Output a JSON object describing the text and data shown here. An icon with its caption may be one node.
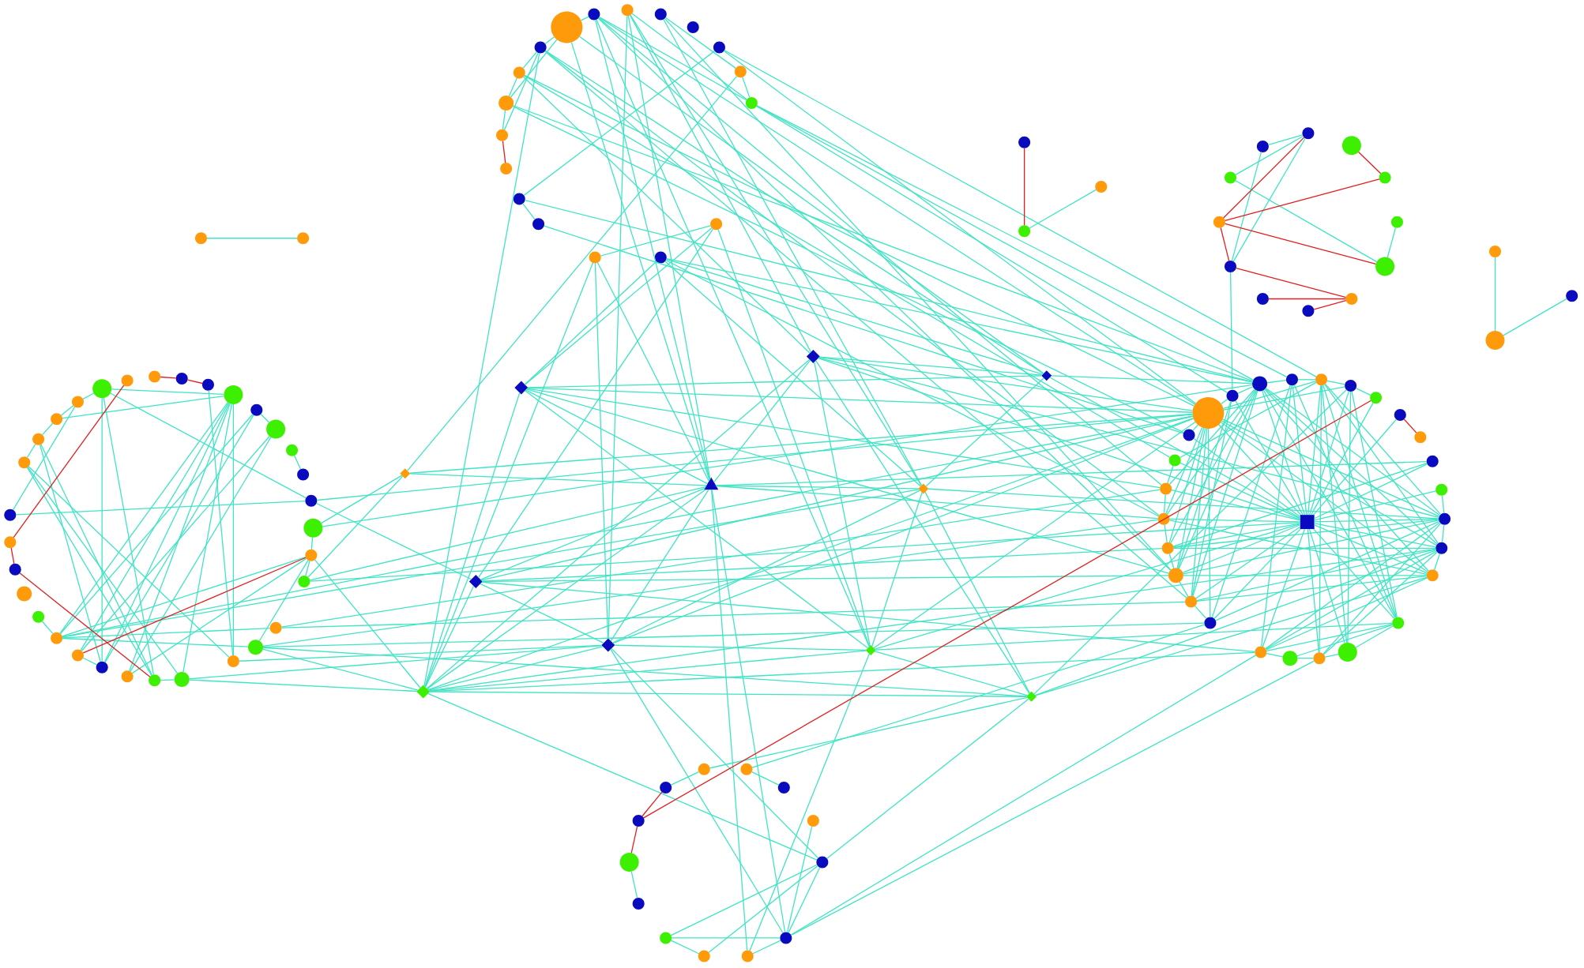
{
  "diagram": {
    "nodes": [
      {
        "text": [],
        "shape": "circle"
      },
      {
        "text": [],
        "shape": "circle"
      },
      {
        "text": [],
        "shape": "circle"
      },
      {
        "text": [],
        "shape": "circle"
      },
      {
        "text": [],
        "shape": "circle"
      },
      {
        "text": [],
        "shape": "circle"
      },
      {
        "text": [],
        "shape": "circle"
      },
      {
        "text": [],
        "shape": "circle"
      },
      {
        "text": [],
        "shape": "circle"
      },
      {
        "text": [],
        "shape": "circle"
      },
      {
        "text": [],
        "shape": "circle"
      },
      {
        "text": [],
        "shape": "circle"
      },
      {
        "text": [],
        "shape": "circle"
      },
      {
        "text": [],
        "shape": "circle"
      },
      {
        "text": [],
        "shape": "circle"
      },
      {
        "text": [],
        "shape": "circle"
      },
      {
        "text": [],
        "shape": "circle"
      },
      {
        "text": [],
        "shape": "circle"
      },
      {
        "text": [],
        "shape": "circle"
      },
      {
        "text": [],
        "shape": "circle"
      },
      {
        "text": [],
        "shape": "circle"
      },
      {
        "text": [],
        "shape": "circle"
      },
      {
        "text": [],
        "shape": "circle"
      },
      {
        "text": [],
        "shape": "circle"
      },
      {
        "text": [],
        "shape": "circle"
      },
      {
        "text": [],
        "shape": "circle"
      },
      {
        "text": [],
        "shape": "circle"
      },
      {
        "text": [],
        "shape": "circle"
      },
      {
        "text": [],
        "shape": "circle"
      },
      {
        "text": [],
        "shape": "circle"
      },
      {
        "text": [],
        "shape": "circle"
      },
      {
        "text": [],
        "shape": "circle"
      },
      {
        "text": [],
        "shape": "circle"
      },
      {
        "text": [],
        "shape": "circle"
      },
      {
        "text": [],
        "shape": "circle"
      },
      {
        "text": [],
        "shape": "circle"
      },
      {
        "text": [],
        "shape": "circle"
      },
      {
        "text": [],
        "shape": "circle"
      },
      {
        "text": [],
        "shape": "diamond"
      },
      {
        "text": [],
        "shape": "diamond"
      },
      {
        "text": [],
        "shape": "diamond"
      },
      {
        "text": [],
        "shape": "diamond"
      },
      {
        "text": [],
        "shape": "triangle"
      },
      {
        "text": [],
        "shape": "diamond"
      },
      {
        "text": [],
        "shape": "diamond"
      },
      {
        "text": [],
        "shape": "diamond"
      },
      {
        "text": [],
        "shape": "diamond"
      },
      {
        "text": [],
        "shape": "diamond"
      },
      {
        "text": [],
        "shape": "diamond"
      },
      {
        "text": [],
        "shape": "circle"
      },
      {
        "text": [],
        "shape": "circle"
      },
      {
        "text": [],
        "shape": "circle"
      },
      {
        "text": [],
        "shape": "circle"
      },
      {
        "text": [],
        "shape": "circle"
      },
      {
        "text": [],
        "shape": "circle"
      },
      {
        "text": [],
        "shape": "circle"
      },
      {
        "text": [],
        "shape": "circle"
      },
      {
        "text": [],
        "shape": "circle"
      },
      {
        "text": [],
        "shape": "circle"
      },
      {
        "text": [],
        "shape": "circle"
      },
      {
        "text": [],
        "shape": "circle"
      },
      {
        "text": [],
        "shape": "circle"
      },
      {
        "text": [],
        "shape": "circle"
      },
      {
        "text": [],
        "shape": "circle"
      },
      {
        "text": [],
        "shape": "circle"
      },
      {
        "text": [],
        "shape": "circle"
      },
      {
        "text": [],
        "shape": "circle"
      },
      {
        "text": [],
        "shape": "circle"
      },
      {
        "text": [],
        "shape": "circle"
      },
      {
        "text": [],
        "shape": "circle"
      },
      {
        "text": [],
        "shape": "circle"
      },
      {
        "text": [],
        "shape": "circle"
      },
      {
        "text": [],
        "shape": "circle"
      },
      {
        "text": [],
        "shape": "circle"
      },
      {
        "text": [],
        "shape": "circle"
      },
      {
        "text": [],
        "shape": "circle"
      },
      {
        "text": [],
        "shape": "circle"
      },
      {
        "text": [],
        "shape": "circle"
      },
      {
        "text": [],
        "shape": "circle"
      },
      {
        "text": [],
        "shape": "circle"
      },
      {
        "text": [],
        "shape": "circle"
      },
      {
        "text": [],
        "shape": "circle"
      },
      {
        "text": [],
        "shape": "circle"
      },
      {
        "text": [],
        "shape": "circle"
      },
      {
        "text": [],
        "shape": "circle"
      },
      {
        "text": [],
        "shape": "circle"
      },
      {
        "text": [],
        "shape": "circle"
      },
      {
        "text": [],
        "shape": "circle"
      },
      {
        "text": [],
        "shape": "circle"
      },
      {
        "text": [],
        "shape": "circle"
      },
      {
        "text": [],
        "shape": "circle"
      },
      {
        "text": [],
        "shape": "circle"
      },
      {
        "text": [],
        "shape": "circle"
      },
      {
        "text": [],
        "shape": "circle"
      },
      {
        "text": [],
        "shape": "circle"
      },
      {
        "text": [],
        "shape": "circle"
      },
      {
        "text": [],
        "shape": "circle"
      },
      {
        "text": [],
        "shape": "circle"
      },
      {
        "text": [],
        "shape": "circle"
      },
      {
        "text": [],
        "shape": "circle"
      },
      {
        "text": [],
        "shape": "circle"
      },
      {
        "text": [],
        "shape": "circle"
      },
      {
        "text": [],
        "shape": "circle"
      },
      {
        "text": [],
        "shape": "circle"
      },
      {
        "text": [],
        "shape": "circle"
      },
      {
        "text": [],
        "shape": "circle"
      },
      {
        "text": [],
        "shape": "circle"
      },
      {
        "text": [],
        "shape": "circle"
      },
      {
        "text": [],
        "shape": "box"
      },
      {
        "text": [],
        "shape": "circle"
      },
      {
        "text": [],
        "shape": "circle"
      },
      {
        "text": [],
        "shape": "circle"
      },
      {
        "text": [],
        "shape": "circle"
      },
      {
        "text": [],
        "shape": "circle"
      },
      {
        "text": [],
        "shape": "circle"
      },
      {
        "text": [],
        "shape": "circle"
      },
      {
        "text": [],
        "shape": "circle"
      },
      {
        "text": [],
        "shape": "circle"
      },
      {
        "text": [],
        "shape": "circle"
      },
      {
        "text": [],
        "shape": "circle"
      },
      {
        "text": [],
        "shape": "circle"
      },
      {
        "text": [],
        "shape": "circle"
      }
    ],
    "edges": [
      {
        "from": 51,
        "to": 76,
        "arrow": "none",
        "color": "#e02020"
      },
      {
        "from": 76,
        "to": 75,
        "arrow": "none",
        "color": "#e02020"
      },
      {
        "from": 75,
        "to": 68,
        "arrow": "none",
        "color": "#e02020"
      },
      {
        "from": 52,
        "to": 53,
        "arrow": "none",
        "color": "#e02020"
      },
      {
        "from": 53,
        "to": 54,
        "arrow": "none",
        "color": "#e02020"
      },
      {
        "from": 62,
        "to": 71,
        "arrow": "none",
        "color": "#e02020"
      },
      {
        "from": 11,
        "to": 12,
        "arrow": "none",
        "color": "#e02020"
      },
      {
        "from": 20,
        "to": 21,
        "arrow": "none",
        "color": "#e02020"
      },
      {
        "from": 28,
        "to": 23,
        "arrow": "none",
        "color": "#e02020"
      },
      {
        "from": 28,
        "to": 27,
        "arrow": "none",
        "color": "#e02020"
      },
      {
        "from": 25,
        "to": 27,
        "arrow": "none",
        "color": "#e02020"
      },
      {
        "from": 28,
        "to": 31,
        "arrow": "none",
        "color": "#e02020"
      },
      {
        "from": 28,
        "to": 30,
        "arrow": "none",
        "color": "#e02020"
      },
      {
        "from": 30,
        "to": 33,
        "arrow": "none",
        "color": "#e02020"
      },
      {
        "from": 32,
        "to": 33,
        "arrow": "none",
        "color": "#e02020"
      },
      {
        "from": 34,
        "to": 33,
        "arrow": "none",
        "color": "#e02020"
      },
      {
        "from": 88,
        "to": 89,
        "arrow": "none",
        "color": "#e02020"
      },
      {
        "from": 87,
        "to": 121,
        "arrow": "none",
        "color": "#e02020"
      },
      {
        "from": 121,
        "to": 109,
        "arrow": "none",
        "color": "#e02020"
      },
      {
        "from": 121,
        "to": 120,
        "arrow": "none",
        "color": "#e02020"
      },
      {
        "from": 18,
        "to": 19,
        "arrow": "none"
      },
      {
        "from": 21,
        "to": 22,
        "arrow": "none"
      },
      {
        "from": 35,
        "to": 36,
        "arrow": "none"
      },
      {
        "from": 36,
        "to": 37,
        "arrow": "none"
      },
      {
        "from": 24,
        "to": 23,
        "arrow": "none"
      },
      {
        "from": 26,
        "to": 23,
        "arrow": "none"
      },
      {
        "from": 30,
        "to": 23,
        "arrow": "none"
      },
      {
        "from": 30,
        "to": 24,
        "arrow": "none"
      },
      {
        "from": 26,
        "to": 31,
        "arrow": "none"
      },
      {
        "from": 29,
        "to": 31,
        "arrow": "none"
      },
      {
        "from": 30,
        "to": 82,
        "arrow": "none"
      },
      {
        "from": 109,
        "to": 110,
        "arrow": "none"
      },
      {
        "from": 111,
        "to": 112,
        "arrow": "none"
      },
      {
        "from": 120,
        "to": 119,
        "arrow": "none"
      },
      {
        "from": 118,
        "to": 115,
        "arrow": "none"
      },
      {
        "from": 118,
        "to": 117,
        "arrow": "none"
      },
      {
        "from": 118,
        "to": 114,
        "arrow": "none"
      },
      {
        "from": 117,
        "to": 114,
        "arrow": "none"
      },
      {
        "from": 116,
        "to": 115,
        "arrow": "none"
      },
      {
        "from": 115,
        "to": 113,
        "arrow": "none"
      },
      {
        "from": 114,
        "to": 115,
        "arrow": "none"
      },
      {
        "from": 0,
        "to": 1,
        "arrow": "none"
      },
      {
        "from": 0,
        "to": 8,
        "arrow": "none"
      },
      {
        "from": 0,
        "to": 10,
        "arrow": "none"
      },
      {
        "from": 8,
        "to": 9,
        "arrow": "none"
      },
      {
        "from": 9,
        "to": 10,
        "arrow": "none"
      },
      {
        "from": 10,
        "to": 11,
        "arrow": "none"
      },
      {
        "from": 8,
        "to": 11,
        "arrow": "none"
      },
      {
        "from": 2,
        "to": 7,
        "arrow": "none"
      },
      {
        "from": 1,
        "to": 7,
        "arrow": "none"
      },
      {
        "from": 6,
        "to": 7,
        "arrow": "none"
      },
      {
        "from": 3,
        "to": 6,
        "arrow": "none"
      },
      {
        "from": 13,
        "to": 14,
        "arrow": "none"
      },
      {
        "from": 13,
        "to": 5,
        "arrow": "none"
      },
      {
        "from": 14,
        "to": 107,
        "arrow": "none"
      },
      {
        "from": 16,
        "to": 15,
        "arrow": "none"
      },
      {
        "from": 0,
        "to": 42,
        "arrow": "none"
      },
      {
        "from": 1,
        "to": 42,
        "arrow": "none"
      },
      {
        "from": 1,
        "to": 46,
        "arrow": "none"
      },
      {
        "from": 1,
        "to": 81,
        "arrow": "none"
      },
      {
        "from": 1,
        "to": 102,
        "arrow": "none"
      },
      {
        "from": 2,
        "to": 42,
        "arrow": "none"
      },
      {
        "from": 2,
        "to": 43,
        "arrow": "none"
      },
      {
        "from": 3,
        "to": 43,
        "arrow": "none"
      },
      {
        "from": 5,
        "to": 81,
        "arrow": "none"
      },
      {
        "from": 7,
        "to": 83,
        "arrow": "none"
      },
      {
        "from": 7,
        "to": 82,
        "arrow": "none"
      },
      {
        "from": 8,
        "to": 104,
        "arrow": "none"
      },
      {
        "from": 8,
        "to": 101,
        "arrow": "none"
      },
      {
        "from": 10,
        "to": 107,
        "arrow": "none"
      },
      {
        "from": 15,
        "to": 44,
        "arrow": "none"
      },
      {
        "from": 15,
        "to": 38,
        "arrow": "none"
      },
      {
        "from": 15,
        "to": 46,
        "arrow": "none"
      },
      {
        "from": 16,
        "to": 47,
        "arrow": "none"
      },
      {
        "from": 16,
        "to": 45,
        "arrow": "none"
      },
      {
        "from": 16,
        "to": 42,
        "arrow": "none"
      },
      {
        "from": 17,
        "to": 38,
        "arrow": "none"
      },
      {
        "from": 17,
        "to": 43,
        "arrow": "none"
      },
      {
        "from": 17,
        "to": 40,
        "arrow": "none"
      },
      {
        "from": 9,
        "to": 81,
        "arrow": "none"
      },
      {
        "from": 10,
        "to": 83,
        "arrow": "none"
      },
      {
        "from": 7,
        "to": 84,
        "arrow": "none"
      },
      {
        "from": 9,
        "to": 106,
        "arrow": "none"
      },
      {
        "from": 1,
        "to": 105,
        "arrow": "none"
      },
      {
        "from": 3,
        "to": 102,
        "arrow": "none"
      },
      {
        "from": 8,
        "to": 47,
        "arrow": "none"
      },
      {
        "from": 2,
        "to": 45,
        "arrow": "none"
      },
      {
        "from": 9,
        "to": 39,
        "arrow": "none"
      },
      {
        "from": 2,
        "to": 39,
        "arrow": "none"
      },
      {
        "from": 8,
        "to": 40,
        "arrow": "none"
      },
      {
        "from": 0,
        "to": 40,
        "arrow": "none"
      },
      {
        "from": 41,
        "to": 6,
        "arrow": "none"
      },
      {
        "from": 41,
        "to": 61,
        "arrow": "none"
      },
      {
        "from": 41,
        "to": 63,
        "arrow": "none"
      },
      {
        "from": 41,
        "to": 42,
        "arrow": "none"
      },
      {
        "from": 38,
        "to": 81,
        "arrow": "none"
      },
      {
        "from": 38,
        "to": 42,
        "arrow": "none"
      },
      {
        "from": 38,
        "to": 46,
        "arrow": "none"
      },
      {
        "from": 38,
        "to": 47,
        "arrow": "none"
      },
      {
        "from": 38,
        "to": 40,
        "arrow": "none"
      },
      {
        "from": 38,
        "to": 105,
        "arrow": "none"
      },
      {
        "from": 39,
        "to": 40,
        "arrow": "none"
      },
      {
        "from": 39,
        "to": 42,
        "arrow": "none"
      },
      {
        "from": 39,
        "to": 46,
        "arrow": "none"
      },
      {
        "from": 39,
        "to": 108,
        "arrow": "none"
      },
      {
        "from": 39,
        "to": 81,
        "arrow": "none"
      },
      {
        "from": 39,
        "to": 48,
        "arrow": "none"
      },
      {
        "from": 39,
        "to": 47,
        "arrow": "none"
      },
      {
        "from": 40,
        "to": 83,
        "arrow": "none"
      },
      {
        "from": 40,
        "to": 108,
        "arrow": "none"
      },
      {
        "from": 40,
        "to": 43,
        "arrow": "none"
      },
      {
        "from": 42,
        "to": 43,
        "arrow": "none"
      },
      {
        "from": 42,
        "to": 104,
        "arrow": "none"
      },
      {
        "from": 42,
        "to": 44,
        "arrow": "none"
      },
      {
        "from": 42,
        "to": 45,
        "arrow": "none"
      },
      {
        "from": 42,
        "to": 47,
        "arrow": "none"
      },
      {
        "from": 42,
        "to": 115,
        "arrow": "none"
      },
      {
        "from": 42,
        "to": 116,
        "arrow": "none"
      },
      {
        "from": 42,
        "to": 90,
        "arrow": "none"
      },
      {
        "from": 43,
        "to": 48,
        "arrow": "none"
      },
      {
        "from": 43,
        "to": 46,
        "arrow": "none"
      },
      {
        "from": 43,
        "to": 45,
        "arrow": "none"
      },
      {
        "from": 43,
        "to": 92,
        "arrow": "none"
      },
      {
        "from": 60,
        "to": 44,
        "arrow": "none"
      },
      {
        "from": 44,
        "to": 47,
        "arrow": "none"
      },
      {
        "from": 44,
        "to": 81,
        "arrow": "none"
      },
      {
        "from": 44,
        "to": 102,
        "arrow": "none"
      },
      {
        "from": 44,
        "to": 103,
        "arrow": "none"
      },
      {
        "from": 44,
        "to": 45,
        "arrow": "none"
      },
      {
        "from": 45,
        "to": 46,
        "arrow": "none"
      },
      {
        "from": 45,
        "to": 47,
        "arrow": "none"
      },
      {
        "from": 45,
        "to": 115,
        "arrow": "none"
      },
      {
        "from": 45,
        "to": 114,
        "arrow": "none"
      },
      {
        "from": 45,
        "to": 81,
        "arrow": "none"
      },
      {
        "from": 45,
        "to": 67,
        "arrow": "none"
      },
      {
        "from": 46,
        "to": 81,
        "arrow": "none"
      },
      {
        "from": 46,
        "to": 108,
        "arrow": "none"
      },
      {
        "from": 46,
        "to": 95,
        "arrow": "none"
      },
      {
        "from": 46,
        "to": 116,
        "arrow": "none"
      },
      {
        "from": 46,
        "to": 47,
        "arrow": "none"
      },
      {
        "from": 46,
        "to": 48,
        "arrow": "none"
      },
      {
        "from": 47,
        "to": 81,
        "arrow": "none"
      },
      {
        "from": 47,
        "to": 99,
        "arrow": "none"
      },
      {
        "from": 47,
        "to": 67,
        "arrow": "none"
      },
      {
        "from": 47,
        "to": 65,
        "arrow": "none"
      },
      {
        "from": 47,
        "to": 114,
        "arrow": "none"
      },
      {
        "from": 47,
        "to": 48,
        "arrow": "none"
      },
      {
        "from": 48,
        "to": 94,
        "arrow": "none"
      },
      {
        "from": 48,
        "to": 86,
        "arrow": "none"
      },
      {
        "from": 50,
        "to": 55,
        "arrow": "none"
      },
      {
        "from": 50,
        "to": 49,
        "arrow": "none"
      },
      {
        "from": 50,
        "to": 70,
        "arrow": "none"
      },
      {
        "from": 50,
        "to": 68,
        "arrow": "none"
      },
      {
        "from": 50,
        "to": 60,
        "arrow": "none"
      },
      {
        "from": 55,
        "to": 80,
        "arrow": "none"
      },
      {
        "from": 55,
        "to": 72,
        "arrow": "none"
      },
      {
        "from": 55,
        "to": 70,
        "arrow": "none"
      },
      {
        "from": 55,
        "to": 67,
        "arrow": "none"
      },
      {
        "from": 55,
        "to": 69,
        "arrow": "none"
      },
      {
        "from": 55,
        "to": 66,
        "arrow": "none"
      },
      {
        "from": 55,
        "to": 71,
        "arrow": "none"
      },
      {
        "from": 54,
        "to": 66,
        "arrow": "none"
      },
      {
        "from": 56,
        "to": 57,
        "arrow": "none"
      },
      {
        "from": 58,
        "to": 59,
        "arrow": "none"
      },
      {
        "from": 56,
        "to": 72,
        "arrow": "none"
      },
      {
        "from": 56,
        "to": 70,
        "arrow": "none"
      },
      {
        "from": 57,
        "to": 71,
        "arrow": "none"
      },
      {
        "from": 57,
        "to": 69,
        "arrow": "none"
      },
      {
        "from": 61,
        "to": 62,
        "arrow": "none"
      },
      {
        "from": 62,
        "to": 63,
        "arrow": "none"
      },
      {
        "from": 62,
        "to": 72,
        "arrow": "none"
      },
      {
        "from": 62,
        "to": 69,
        "arrow": "none"
      },
      {
        "from": 62,
        "to": 47,
        "arrow": "none"
      },
      {
        "from": 62,
        "to": 65,
        "arrow": "none"
      },
      {
        "from": 77,
        "to": 60,
        "arrow": "none"
      },
      {
        "from": 77,
        "to": 49,
        "arrow": "none"
      },
      {
        "from": 78,
        "to": 67,
        "arrow": "none"
      },
      {
        "from": 78,
        "to": 68,
        "arrow": "none"
      },
      {
        "from": 78,
        "to": 66,
        "arrow": "none"
      },
      {
        "from": 79,
        "to": 70,
        "arrow": "none"
      },
      {
        "from": 79,
        "to": 68,
        "arrow": "none"
      },
      {
        "from": 73,
        "to": 72,
        "arrow": "none"
      },
      {
        "from": 71,
        "to": 70,
        "arrow": "none"
      },
      {
        "from": 80,
        "to": 49,
        "arrow": "none"
      },
      {
        "from": 79,
        "to": 80,
        "arrow": "none"
      },
      {
        "from": 78,
        "to": 79,
        "arrow": "none"
      },
      {
        "from": 65,
        "to": 48,
        "arrow": "none"
      },
      {
        "from": 65,
        "to": 104,
        "arrow": "none"
      },
      {
        "from": 66,
        "to": 45,
        "arrow": "none"
      },
      {
        "from": 68,
        "to": 67,
        "arrow": "none"
      },
      {
        "from": 72,
        "to": 43,
        "arrow": "none"
      },
      {
        "from": 72,
        "to": 81,
        "arrow": "none"
      },
      {
        "from": 72,
        "to": 64,
        "arrow": "none"
      },
      {
        "from": 72,
        "to": 65,
        "arrow": "none"
      },
      {
        "from": 108,
        "to": 81,
        "arrow": "none"
      },
      {
        "from": 108,
        "to": 82,
        "arrow": "none"
      },
      {
        "from": 108,
        "to": 83,
        "arrow": "none"
      },
      {
        "from": 108,
        "to": 84,
        "arrow": "none"
      },
      {
        "from": 108,
        "to": 85,
        "arrow": "none"
      },
      {
        "from": 108,
        "to": 86,
        "arrow": "none"
      },
      {
        "from": 108,
        "to": 87,
        "arrow": "none"
      },
      {
        "from": 108,
        "to": 88,
        "arrow": "none"
      },
      {
        "from": 108,
        "to": 90,
        "arrow": "none"
      },
      {
        "from": 108,
        "to": 91,
        "arrow": "none"
      },
      {
        "from": 108,
        "to": 92,
        "arrow": "none"
      },
      {
        "from": 108,
        "to": 93,
        "arrow": "none"
      },
      {
        "from": 108,
        "to": 94,
        "arrow": "none"
      },
      {
        "from": 108,
        "to": 95,
        "arrow": "none"
      },
      {
        "from": 108,
        "to": 96,
        "arrow": "none"
      },
      {
        "from": 108,
        "to": 97,
        "arrow": "none"
      },
      {
        "from": 108,
        "to": 99,
        "arrow": "none"
      },
      {
        "from": 108,
        "to": 100,
        "arrow": "none"
      },
      {
        "from": 108,
        "to": 101,
        "arrow": "none"
      },
      {
        "from": 108,
        "to": 102,
        "arrow": "none"
      },
      {
        "from": 108,
        "to": 103,
        "arrow": "none"
      },
      {
        "from": 108,
        "to": 104,
        "arrow": "none"
      },
      {
        "from": 108,
        "to": 105,
        "arrow": "none"
      },
      {
        "from": 108,
        "to": 106,
        "arrow": "none"
      },
      {
        "from": 108,
        "to": 107,
        "arrow": "none"
      },
      {
        "from": 81,
        "to": 82,
        "arrow": "none"
      },
      {
        "from": 81,
        "to": 107,
        "arrow": "none"
      },
      {
        "from": 81,
        "to": 102,
        "arrow": "none"
      },
      {
        "from": 81,
        "to": 103,
        "arrow": "none"
      },
      {
        "from": 81,
        "to": 104,
        "arrow": "none"
      },
      {
        "from": 81,
        "to": 101,
        "arrow": "none"
      },
      {
        "from": 81,
        "to": 100,
        "arrow": "none"
      },
      {
        "from": 81,
        "to": 92,
        "arrow": "none"
      },
      {
        "from": 81,
        "to": 93,
        "arrow": "none"
      },
      {
        "from": 81,
        "to": 94,
        "arrow": "none"
      },
      {
        "from": 81,
        "to": 85,
        "arrow": "none"
      },
      {
        "from": 81,
        "to": 86,
        "arrow": "none"
      },
      {
        "from": 83,
        "to": 84,
        "arrow": "none"
      },
      {
        "from": 83,
        "to": 82,
        "arrow": "none"
      },
      {
        "from": 83,
        "to": 92,
        "arrow": "none"
      },
      {
        "from": 83,
        "to": 93,
        "arrow": "none"
      },
      {
        "from": 83,
        "to": 94,
        "arrow": "none"
      },
      {
        "from": 83,
        "to": 95,
        "arrow": "none"
      },
      {
        "from": 83,
        "to": 102,
        "arrow": "none"
      },
      {
        "from": 83,
        "to": 103,
        "arrow": "none"
      },
      {
        "from": 83,
        "to": 104,
        "arrow": "none"
      },
      {
        "from": 83,
        "to": 105,
        "arrow": "none"
      },
      {
        "from": 83,
        "to": 101,
        "arrow": "none"
      },
      {
        "from": 85,
        "to": 84,
        "arrow": "none"
      },
      {
        "from": 85,
        "to": 86,
        "arrow": "none"
      },
      {
        "from": 85,
        "to": 92,
        "arrow": "none"
      },
      {
        "from": 85,
        "to": 93,
        "arrow": "none"
      },
      {
        "from": 85,
        "to": 97,
        "arrow": "none"
      },
      {
        "from": 85,
        "to": 95,
        "arrow": "none"
      },
      {
        "from": 85,
        "to": 96,
        "arrow": "none"
      },
      {
        "from": 92,
        "to": 91,
        "arrow": "none"
      },
      {
        "from": 92,
        "to": 93,
        "arrow": "none"
      },
      {
        "from": 92,
        "to": 103,
        "arrow": "none"
      },
      {
        "from": 92,
        "to": 102,
        "arrow": "none"
      },
      {
        "from": 92,
        "to": 99,
        "arrow": "none"
      },
      {
        "from": 92,
        "to": 97,
        "arrow": "none"
      },
      {
        "from": 92,
        "to": 100,
        "arrow": "none"
      },
      {
        "from": 93,
        "to": 94,
        "arrow": "none"
      },
      {
        "from": 93,
        "to": 103,
        "arrow": "none"
      },
      {
        "from": 93,
        "to": 101,
        "arrow": "none"
      },
      {
        "from": 93,
        "to": 99,
        "arrow": "none"
      },
      {
        "from": 93,
        "to": 97,
        "arrow": "none"
      },
      {
        "from": 94,
        "to": 101,
        "arrow": "none"
      },
      {
        "from": 94,
        "to": 102,
        "arrow": "none"
      },
      {
        "from": 94,
        "to": 104,
        "arrow": "none"
      },
      {
        "from": 94,
        "to": 99,
        "arrow": "none"
      },
      {
        "from": 95,
        "to": 96,
        "arrow": "none"
      },
      {
        "from": 95,
        "to": 98,
        "arrow": "none"
      },
      {
        "from": 95,
        "to": 99,
        "arrow": "none"
      },
      {
        "from": 95,
        "to": 86,
        "arrow": "none"
      },
      {
        "from": 95,
        "to": 84,
        "arrow": "none"
      },
      {
        "from": 96,
        "to": 97,
        "arrow": "none"
      },
      {
        "from": 97,
        "to": 98,
        "arrow": "none"
      },
      {
        "from": 98,
        "to": 99,
        "arrow": "none"
      },
      {
        "from": 100,
        "to": 101,
        "arrow": "none"
      },
      {
        "from": 101,
        "to": 102,
        "arrow": "none"
      },
      {
        "from": 102,
        "to": 103,
        "arrow": "none"
      },
      {
        "from": 103,
        "to": 104,
        "arrow": "none"
      },
      {
        "from": 104,
        "to": 105,
        "arrow": "none"
      },
      {
        "from": 105,
        "to": 106,
        "arrow": "none"
      },
      {
        "from": 90,
        "to": 103,
        "arrow": "none"
      },
      {
        "from": 86,
        "to": 87,
        "arrow": "none"
      },
      {
        "from": 86,
        "to": 96,
        "arrow": "none"
      },
      {
        "from": 82,
        "to": 101,
        "arrow": "none"
      },
      {
        "from": 82,
        "to": 102,
        "arrow": "none"
      },
      {
        "from": 84,
        "to": 99,
        "arrow": "none"
      },
      {
        "from": 84,
        "to": 100,
        "arrow": "none"
      },
      {
        "from": 106,
        "to": 85,
        "arrow": "none"
      },
      {
        "from": 115,
        "to": 97,
        "arrow": "none"
      },
      {
        "from": 115,
        "to": 99,
        "arrow": "none"
      },
      {
        "from": 114,
        "to": 48,
        "arrow": "none"
      },
      {
        "from": 110,
        "to": 48,
        "arrow": "none"
      },
      {
        "from": 111,
        "to": 100,
        "arrow": "none"
      },
      {
        "from": 64,
        "to": 101,
        "arrow": "none"
      },
      {
        "from": 64,
        "to": 105,
        "arrow": "none"
      },
      {
        "from": 63,
        "to": 108,
        "arrow": "none"
      },
      {
        "from": 61,
        "to": 83,
        "arrow": "none"
      },
      {
        "from": 47,
        "to": 93,
        "arrow": "none"
      },
      {
        "from": 41,
        "to": 81,
        "arrow": "none"
      },
      {
        "from": 38,
        "to": 102,
        "arrow": "none"
      },
      {
        "from": 39,
        "to": 92,
        "arrow": "none"
      },
      {
        "from": 17,
        "to": 83,
        "arrow": "none"
      },
      {
        "from": 17,
        "to": 104,
        "arrow": "none"
      },
      {
        "from": 13,
        "to": 83,
        "arrow": "none"
      },
      {
        "from": 5,
        "to": 85,
        "arrow": "none"
      },
      {
        "from": 63,
        "to": 42,
        "arrow": "none"
      },
      {
        "from": 65,
        "to": 100,
        "arrow": "none"
      },
      {
        "from": 60,
        "to": 81,
        "arrow": "none"
      },
      {
        "from": 44,
        "to": 99,
        "arrow": "none"
      },
      {
        "from": 48,
        "to": 93,
        "arrow": "none"
      }
    ]
  }
}
